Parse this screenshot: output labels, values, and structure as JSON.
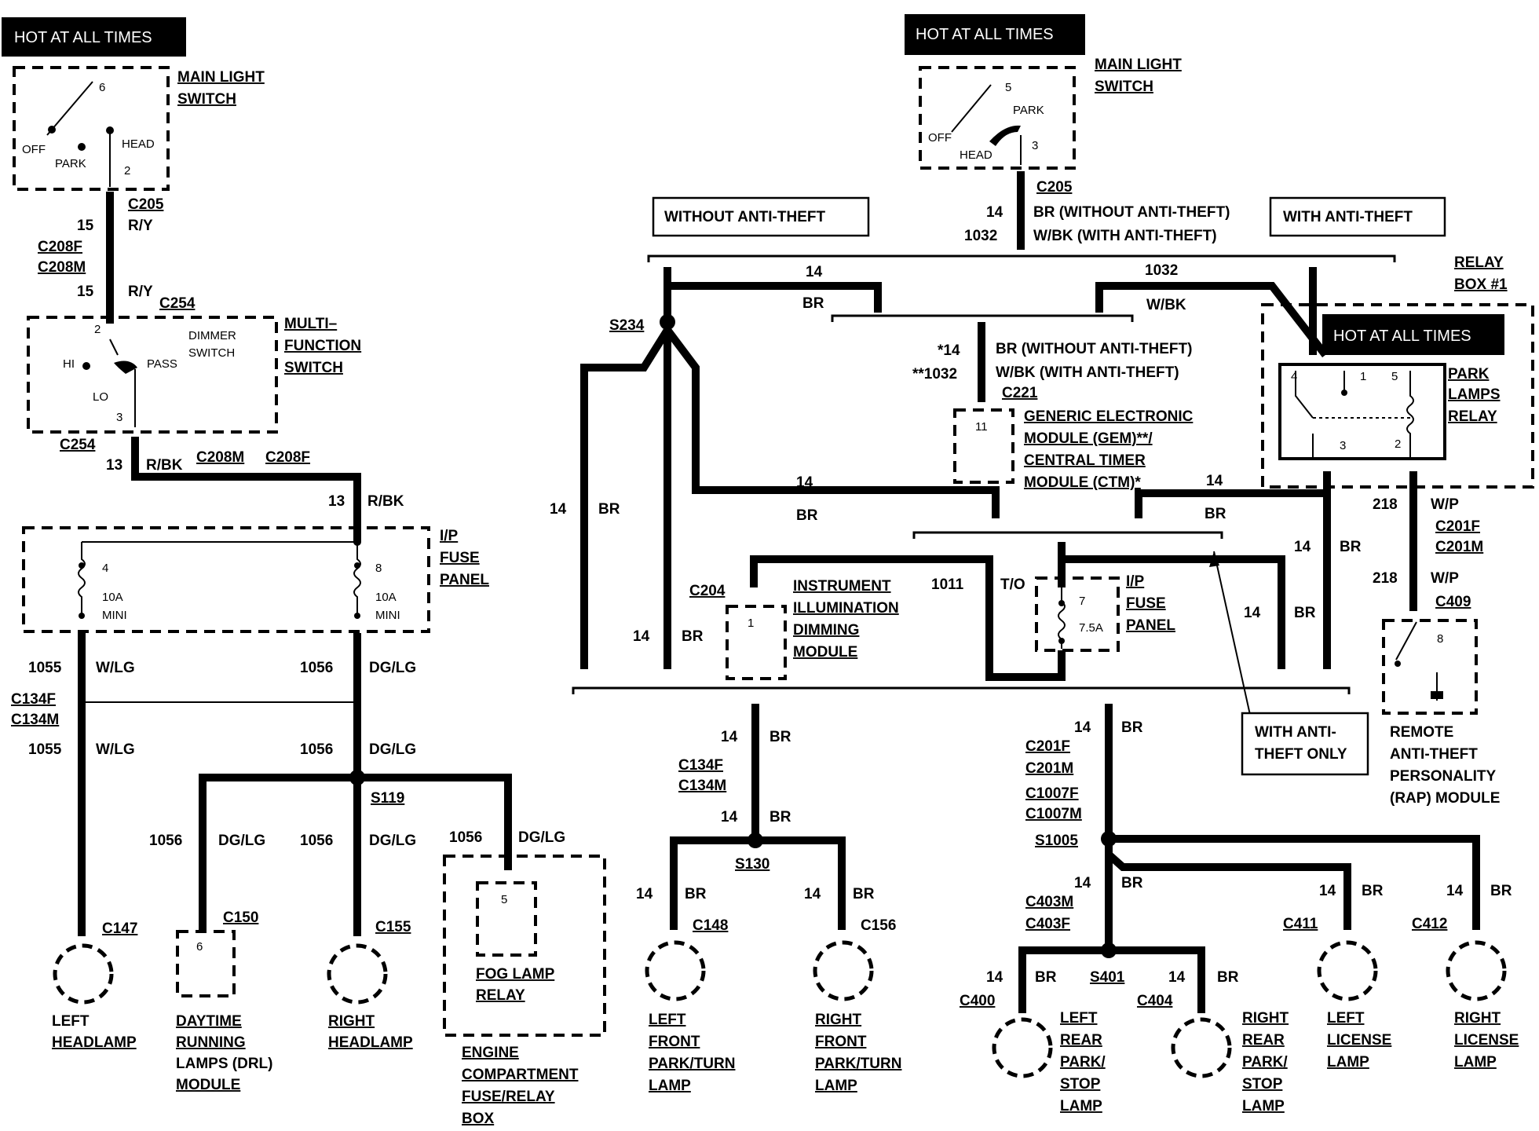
{
  "hot_at_all_times": "HOT AT ALL TIMES",
  "left": {
    "main_light_switch": {
      "title_1": "MAIN LIGHT",
      "title_2": "SWITCH",
      "off": "OFF",
      "park": "PARK",
      "head": "HEAD",
      "pin_top": "6",
      "pin_bottom": "2"
    },
    "c205": "C205",
    "wire_15": "15",
    "color_ry": "R/Y",
    "c208f": "C208F",
    "c208m": "C208M",
    "c254": "C254",
    "mfs": {
      "title_1": "MULTI–",
      "title_2": "FUNCTION",
      "title_3": "SWITCH",
      "dimmer_1": "DIMMER",
      "dimmer_2": "SWITCH",
      "hi": "HI",
      "lo": "LO",
      "pass": "PASS",
      "pin_top": "2",
      "pin_bottom": "3"
    },
    "wire_13": "13",
    "color_rbk": "R/BK",
    "fuse_panel": {
      "title_1": "I/P",
      "title_2": "FUSE",
      "title_3": "PANEL",
      "fuse_a_num": "4",
      "fuse_b_num": "8",
      "rating": "10A",
      "type": "MINI"
    },
    "wire_1055": "1055",
    "color_wlg": "W/LG",
    "wire_1056": "1056",
    "color_dglg": "DG/LG",
    "c134f": "C134F",
    "c134m": "C134M",
    "s119": "S119",
    "c147": "C147",
    "c150": "C150",
    "c155": "C155",
    "drl_pin": "6",
    "fog_pin": "5",
    "left_headlamp": [
      "LEFT",
      "HEADLAMP"
    ],
    "drl_module": [
      "DAYTIME",
      "RUNNING",
      "LAMPS (DRL)",
      "MODULE"
    ],
    "right_headlamp": [
      "RIGHT",
      "HEADLAMP"
    ],
    "fog_lamp_relay": [
      "FOG LAMP",
      "RELAY"
    ],
    "engine_box": [
      "ENGINE",
      "COMPARTMENT",
      "FUSE/RELAY",
      "BOX"
    ]
  },
  "right": {
    "main_light_switch": {
      "title_1": "MAIN LIGHT",
      "title_2": "SWITCH",
      "off": "OFF",
      "park": "PARK",
      "head": "HEAD",
      "pin_top": "5",
      "pin_bottom": "3"
    },
    "c205": "C205",
    "wire_14": "14",
    "wire_1032": "1032",
    "br_without": "BR (WITHOUT ANTI-THEFT)",
    "wbk_with": "W/BK  (WITH ANTI-THEFT)",
    "without_anti_theft": "WITHOUT ANTI-THEFT",
    "with_anti_theft": "WITH ANTI-THEFT",
    "relay_box": [
      "RELAY",
      "BOX #1"
    ],
    "color_br": "BR",
    "color_wbk": "W/BK",
    "s234": "S234",
    "gem_wire_14": "*14",
    "gem_wire_1032": "**1032",
    "c221": "C221",
    "gem_pin": "11",
    "gem_module": [
      "GENERIC ELECTRONIC",
      "MODULE (GEM)**/",
      "CENTRAL TIMER",
      "MODULE (CTM)*"
    ],
    "park_relay": {
      "title": [
        "PARK",
        "LAMPS",
        "RELAY"
      ],
      "pin4": "4",
      "pin1": "1",
      "pin5": "5",
      "pin3": "3",
      "pin2": "2"
    },
    "wire_218": "218",
    "color_wp": "W/P",
    "c201f": "C201F",
    "c201m": "C201M",
    "c409": "C409",
    "rap_pin": "8",
    "rap_module": [
      "REMOTE",
      "ANTI-THEFT",
      "PERSONALITY",
      "(RAP) MODULE"
    ],
    "c204": "C204",
    "iid_pin": "1",
    "iid_module": [
      "INSTRUMENT",
      "ILLUMINATION",
      "DIMMING",
      "MODULE"
    ],
    "wire_1011": "1011",
    "to": "T/O",
    "fuse": {
      "title": [
        "I/P",
        "FUSE",
        "PANEL"
      ],
      "num": "7",
      "rating": "7.5A"
    },
    "with_anti_theft_only": [
      "WITH ANTI-",
      "THEFT ONLY"
    ],
    "c134f": "C134F",
    "c134m": "C134M",
    "s130": "S130",
    "c148": "C148",
    "c156": "C156",
    "left_front": [
      "LEFT",
      "FRONT",
      "PARK/TURN",
      "LAMP"
    ],
    "right_front": [
      "RIGHT",
      "FRONT",
      "PARK/TURN",
      "LAMP"
    ],
    "c1007f": "C1007F",
    "c1007m": "C1007M",
    "s1005": "S1005",
    "c403m": "C403M",
    "c403f": "C403F",
    "s401": "S401",
    "c400": "C400",
    "c404": "C404",
    "c411": "C411",
    "c412": "C412",
    "left_rear": [
      "LEFT",
      "REAR",
      "PARK/",
      "STOP",
      "LAMP"
    ],
    "right_rear": [
      "RIGHT",
      "REAR",
      "PARK/",
      "STOP",
      "LAMP"
    ],
    "left_license": [
      "LEFT",
      "LICENSE",
      "LAMP"
    ],
    "right_license": [
      "RIGHT",
      "LICENSE",
      "LAMP"
    ]
  }
}
